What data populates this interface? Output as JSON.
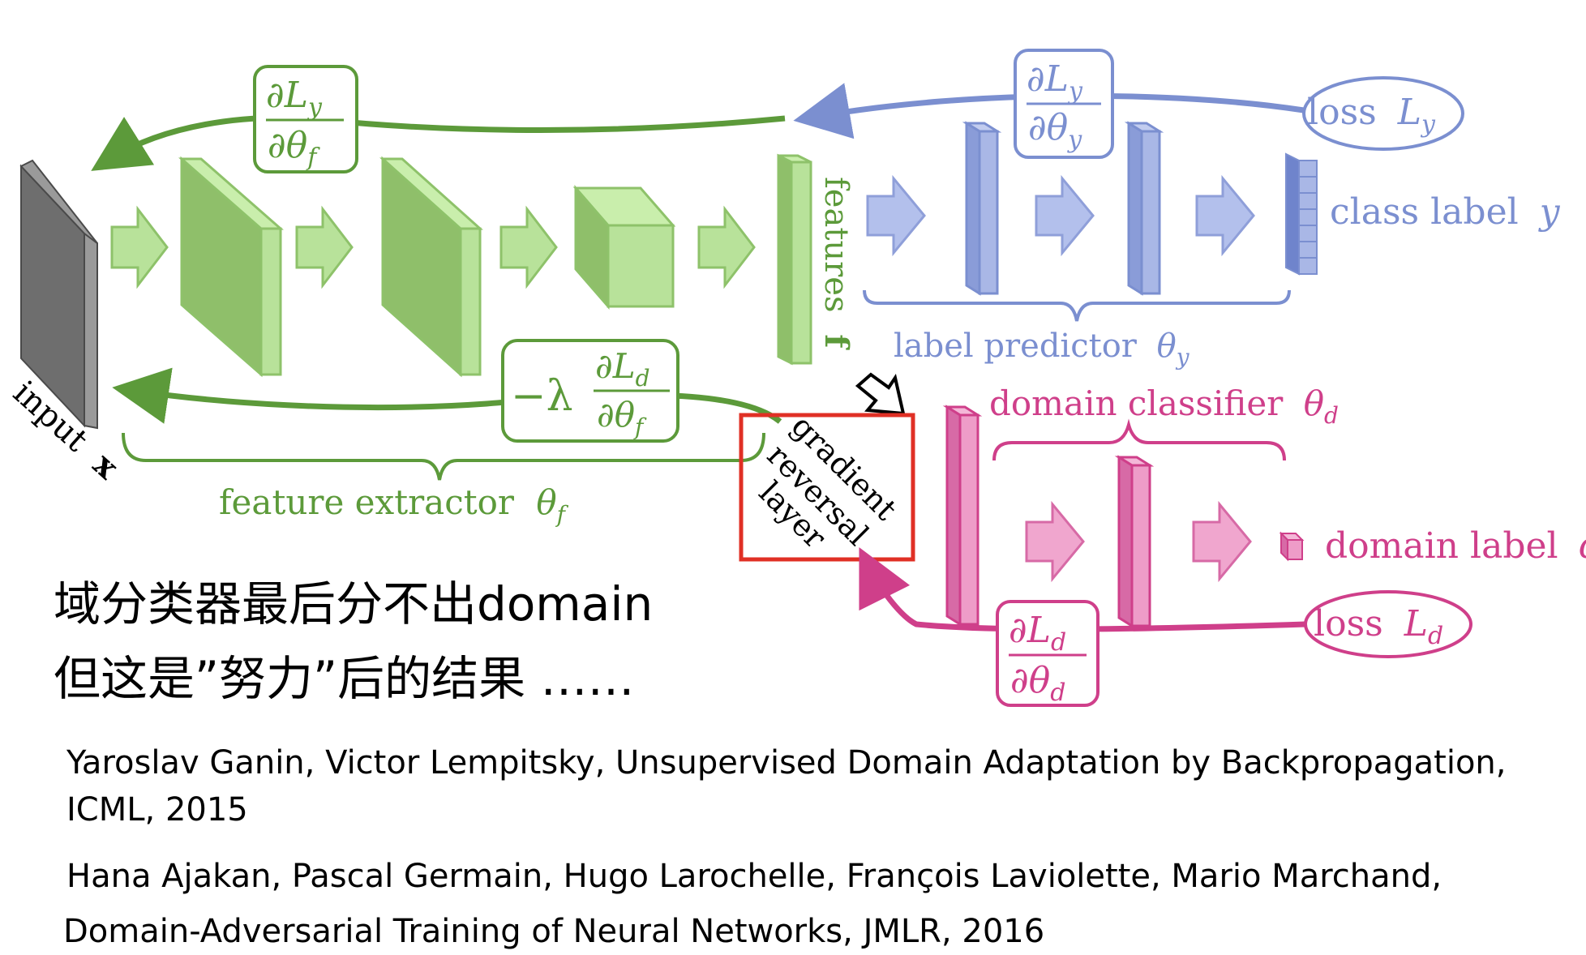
{
  "diagram": {
    "colors": {
      "green": "#5c9a3a",
      "green_light": "#b8e29a",
      "green_dark": "#8ec26a",
      "blue": "#7b8fd0",
      "blue_light": "#a9b7e6",
      "pink": "#cf3f8a",
      "pink_light": "#ee9cc8",
      "red_box": "#e03025",
      "gray": "#707070"
    },
    "labels": {
      "input": "input",
      "input_var": "x",
      "features": "features",
      "features_var": "f",
      "class_label": "class label",
      "class_label_var": "y",
      "label_predictor": "label predictor",
      "label_predictor_var": "θ",
      "label_predictor_sub": "y",
      "domain_classifier": "domain classifier",
      "domain_classifier_var": "θ",
      "domain_classifier_sub": "d",
      "domain_label": "domain label",
      "domain_label_var": "d",
      "feature_extractor": "feature extractor",
      "feature_extractor_var": "θ",
      "feature_extractor_sub": "f",
      "loss": "loss",
      "loss_y_var": "L",
      "loss_y_sub": "y",
      "loss_d_var": "L",
      "loss_d_sub": "d",
      "grl_line1": "gradient",
      "grl_line2": "reversal",
      "grl_line3": "layer"
    },
    "gradients": {
      "partial": "∂",
      "L": "L",
      "theta": "θ",
      "y": "y",
      "f": "f",
      "d": "d",
      "neg_lambda": "−λ"
    }
  },
  "notes": {
    "line1": "域分类器最后分不出domain",
    "line2": "但这是”努力”后的结果 ……"
  },
  "references": {
    "ref1_line1": "Yaroslav Ganin, Victor Lempitsky, Unsupervised Domain Adaptation by Backpropagation,",
    "ref1_line2": "ICML, 2015",
    "ref2_line1": "Hana Ajakan, Pascal Germain, Hugo Larochelle, François Laviolette, Mario Marchand,",
    "ref2_line2": "Domain-Adversarial Training of Neural Networks, JMLR, 2016"
  }
}
